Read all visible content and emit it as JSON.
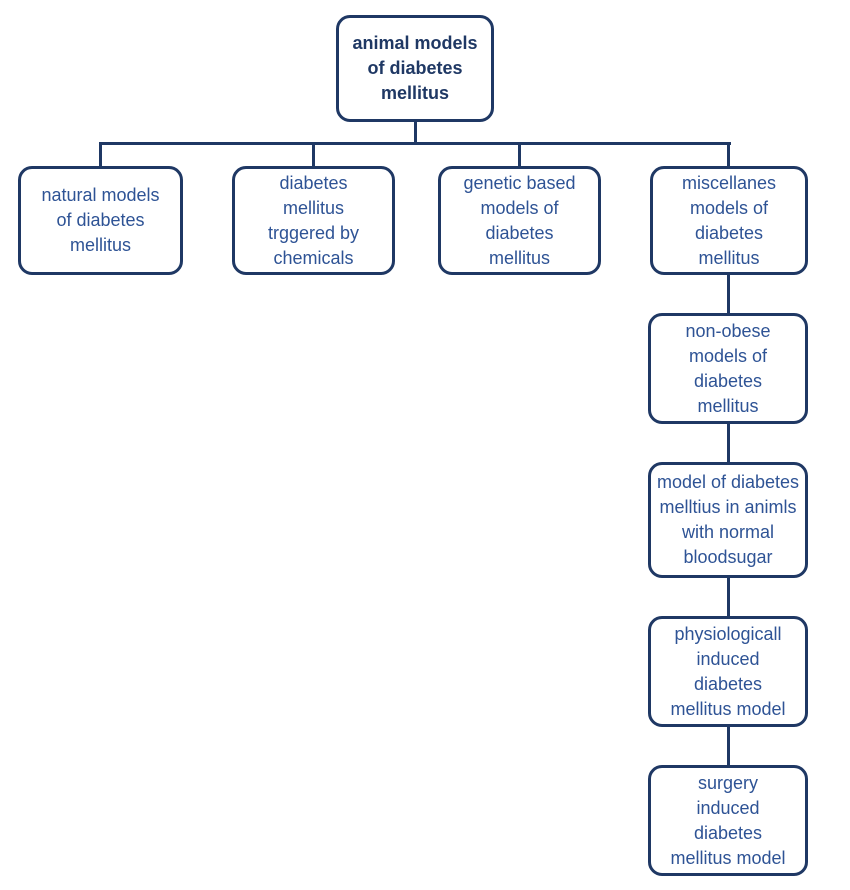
{
  "colors": {
    "line": "#1F3864",
    "border": "#1F3864",
    "root_text": "#1F3864",
    "node_text": "#2E5395",
    "background": "#FFFFFF"
  },
  "root": {
    "label": "animal models\nof diabetes\nmellitus"
  },
  "level1": [
    {
      "id": "natural-models",
      "label": "natural models\nof diabetes\nmellitus"
    },
    {
      "id": "chemical-triggered",
      "label": "diabetes\nmellitus\ntrggered by\nchemicals"
    },
    {
      "id": "genetic-based",
      "label": "genetic based\nmodels of\ndiabetes\nmellitus"
    },
    {
      "id": "miscellaneous",
      "label": "miscellanes\nmodels of\ndiabetes\nmellitus"
    }
  ],
  "chain": [
    {
      "id": "non-obese",
      "label": "non-obese\nmodels of\ndiabetes\nmellitus"
    },
    {
      "id": "normal-bloodsugar",
      "label": "model of diabetes\nmelltius in animls\nwith normal\nbloodsugar"
    },
    {
      "id": "physiological",
      "label": "physiologicall\ninduced\ndiabetes\nmellitus model"
    },
    {
      "id": "surgery",
      "label": "surgery\ninduced\ndiabetes\nmellitus model"
    }
  ]
}
